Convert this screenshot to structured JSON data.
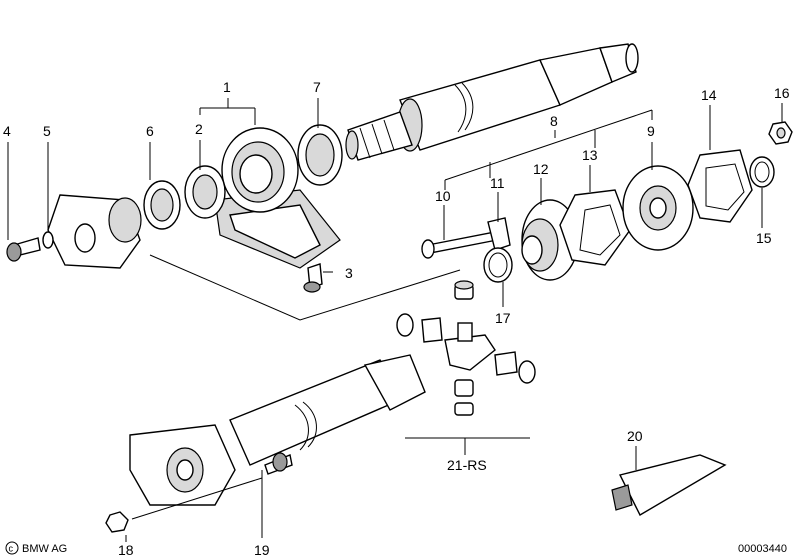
{
  "labels": {
    "p1": "1",
    "p2": "2",
    "p3": "3",
    "p4": "4",
    "p5": "5",
    "p6": "6",
    "p7": "7",
    "p8": "8",
    "p9": "9",
    "p10": "10",
    "p11": "11",
    "p12": "12",
    "p13": "13",
    "p14": "14",
    "p15": "15",
    "p16": "16",
    "p17": "17",
    "p18": "18",
    "p19": "19",
    "p20": "20",
    "p21": "21-RS"
  },
  "footer": {
    "brand": "BMW AG",
    "doc_number": "00003440"
  },
  "colors": {
    "stroke": "#000000",
    "background": "#ffffff",
    "shading": "#d9d9d9"
  }
}
